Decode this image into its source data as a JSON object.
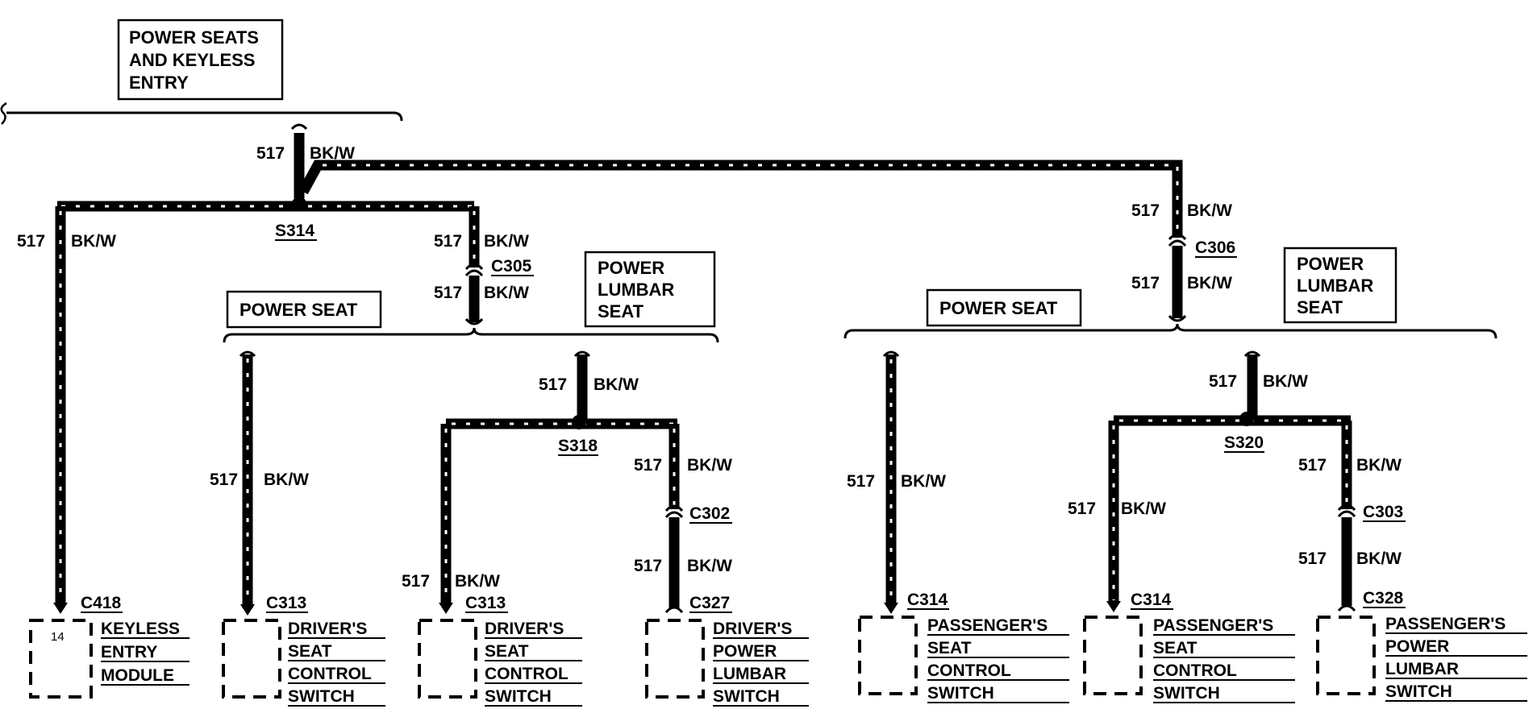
{
  "title_box": [
    "POWER SEATS",
    "AND KEYLESS",
    "ENTRY"
  ],
  "wire": {
    "circuit": "517",
    "color": "BK/W"
  },
  "splices": {
    "s314": "S314",
    "s318": "S318",
    "s320": "S320"
  },
  "connectors": {
    "c305": "C305",
    "c306": "C306",
    "c302": "C302",
    "c303": "C303",
    "c418": "C418",
    "c313a": "C313",
    "c313b": "C313",
    "c327": "C327",
    "c314a": "C314",
    "c314b": "C314",
    "c328": "C328"
  },
  "sections": {
    "power_seat_left": "POWER SEAT",
    "lumbar_left": [
      "POWER",
      "LUMBAR",
      "SEAT"
    ],
    "power_seat_right": "POWER SEAT",
    "lumbar_right": [
      "POWER",
      "LUMBAR",
      "SEAT"
    ]
  },
  "components": {
    "keyless": {
      "pin": "14",
      "lines": [
        "KEYLESS",
        "ENTRY",
        "MODULE"
      ]
    },
    "driver_seat_1": {
      "lines": [
        "DRIVER'S",
        "SEAT",
        "CONTROL",
        "SWITCH"
      ]
    },
    "driver_seat_2": {
      "lines": [
        "DRIVER'S",
        "SEAT",
        "CONTROL",
        "SWITCH"
      ]
    },
    "driver_lumbar": {
      "lines": [
        "DRIVER'S",
        "POWER",
        "LUMBAR",
        "SWITCH"
      ]
    },
    "pass_seat_1": {
      "lines": [
        "PASSENGER'S",
        "SEAT",
        "CONTROL",
        "SWITCH"
      ]
    },
    "pass_seat_2": {
      "lines": [
        "PASSENGER'S",
        "SEAT",
        "CONTROL",
        "SWITCH"
      ]
    },
    "pass_lumbar": {
      "lines": [
        "PASSENGER'S",
        "POWER",
        "LUMBAR",
        "SWITCH"
      ]
    }
  }
}
